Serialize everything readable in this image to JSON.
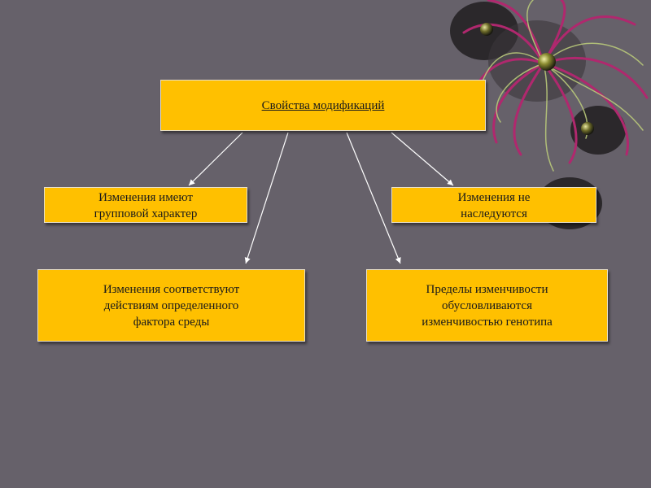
{
  "diagram": {
    "root": "Свойства  модификаций",
    "group": {
      "line1": "Изменения имеют",
      "line2": "групповой характер"
    },
    "not_inherited": {
      "line1": "Изменения не",
      "line2": "наследуются"
    },
    "factor": {
      "line1": "Изменения соответствуют",
      "line2": "действиям определенного",
      "line3": "фактора среды"
    },
    "limits": {
      "line1": "Пределы изменчивости",
      "line2": "обусловливаются",
      "line3": "изменчивостью генотипа"
    }
  },
  "colors": {
    "background": "#66616a",
    "box_fill": "#ffc000",
    "arrow": "#ffffff"
  },
  "decoration": {
    "icon": "firework-flower-icon"
  }
}
